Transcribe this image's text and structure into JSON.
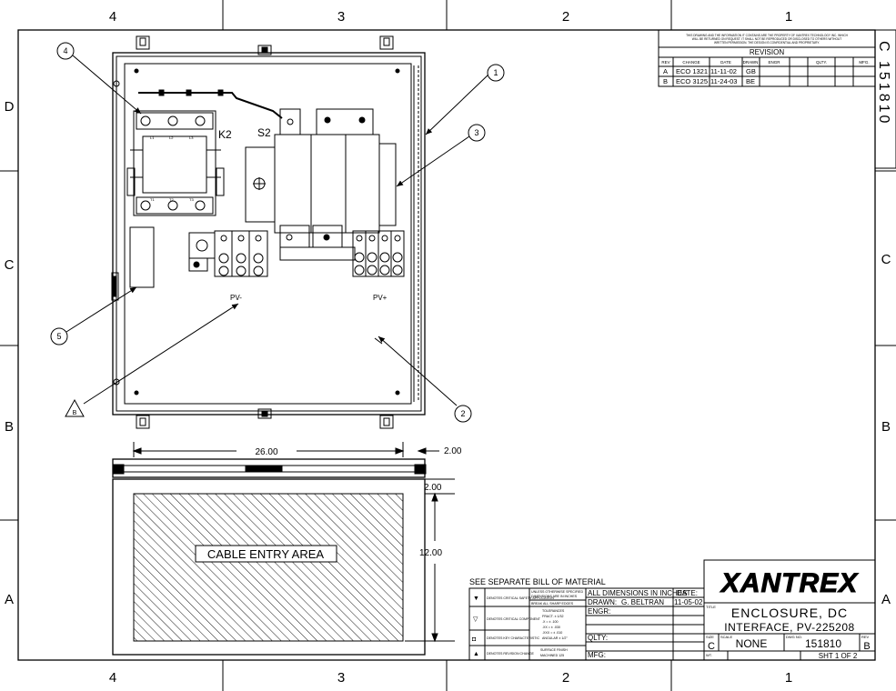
{
  "zones": {
    "columns": [
      "4",
      "3",
      "2",
      "1"
    ],
    "rows": [
      "D",
      "C",
      "B",
      "A"
    ]
  },
  "side_drawing_number": "C 151810",
  "callouts": {
    "c1": "1",
    "c2": "2",
    "c3": "3",
    "c4": "4",
    "c5": "5",
    "cB": "B"
  },
  "component_labels": {
    "k2": "K2",
    "s2": "S2",
    "pv_neg": "PV-",
    "pv_pos": "PV+",
    "l1": "L1",
    "l2": "L2",
    "l3": "L3",
    "t1": "T1",
    "t2": "T2",
    "t3": "T3"
  },
  "dimensions": {
    "width": "26.00",
    "flange": "2.00",
    "depth": "2.00",
    "height": "12.00"
  },
  "cable_entry_label": "CABLE ENTRY AREA",
  "revision": {
    "notice_lines": [
      "THIS DRAWING AND THE INFORMATION IT CONTAINS ARE THE PROPERTY OF XANTREX TECHNOLOGY INC. WHICH",
      "WILL BE RETURNED ON REQUEST. IT SHALL NOT BE REPRODUCED OR DISCLOSED TO OTHERS WITHOUT",
      "WRITTEN PERMISSION. THE DESIGN IS CONFIDENTIAL AND PROPRIETARY."
    ],
    "title": "REVISION",
    "headers": [
      "REV",
      "CHANGE",
      "DATE",
      "DRAWN",
      "ENGR",
      "QLTY.",
      "MFG."
    ],
    "rows": [
      {
        "rev": "A",
        "change": "ECO 1321",
        "date": "11-11-02",
        "drawn": "GB"
      },
      {
        "rev": "B",
        "change": "ECO 3125",
        "date": "11-24-03",
        "drawn": "BE"
      }
    ]
  },
  "title_block": {
    "bom_note": "SEE SEPARATE BILL OF MATERIAL",
    "all_dims": "ALL DIMENSIONS IN INCHES",
    "date_label": "DATE:",
    "drawn_label": "DRAWN:",
    "drawn_by": "G. BELTRAN",
    "drawn_date": "11-05-02",
    "engr_label": "ENGR:",
    "qlty_label": "QLTY:",
    "mfg_label": "MFG:",
    "logo": "XANTREX",
    "title_line1": "ENCLOSURE, DC",
    "title_line2": "INTERFACE, PV-225208",
    "size_label": "SIZE",
    "size": "C",
    "scale_label": "SCALE",
    "scale": "NONE",
    "dwg_no_label": "DWG NO.",
    "dwg_no": "151810",
    "rev_label": "REV",
    "rev": "B",
    "wt_label": "WT.",
    "sheet": "SHT 1 OF 2",
    "tol_header_1": "UNLESS OTHERWISE SPECIFIED",
    "tol_header_2": "DIMENSIONS ARE IN INCHES",
    "tol_break": "BREAK ALL SHARP EDGES",
    "tol_lines": [
      "TOLERANCES",
      "FRACT. ± 1/32",
      ".X = ± .100",
      ".XX = ± .030",
      ".XXX = ± .010",
      "ANGULAR ± 1/2°"
    ],
    "finish_lines": [
      "SURFACE FINISH",
      "MACHINED 125"
    ],
    "legend": [
      {
        "sym": "▼",
        "text": "DENOTES CRITICAL SAFETY APPLICATION"
      },
      {
        "sym": "▽",
        "text": "DENOTES CRITICAL COMPONENT"
      },
      {
        "sym": "◘",
        "text": "DENOTES KEY CHARACTERISTIC"
      },
      {
        "sym": "▲",
        "text": "DENOTES REVISION CHANGE"
      }
    ]
  }
}
